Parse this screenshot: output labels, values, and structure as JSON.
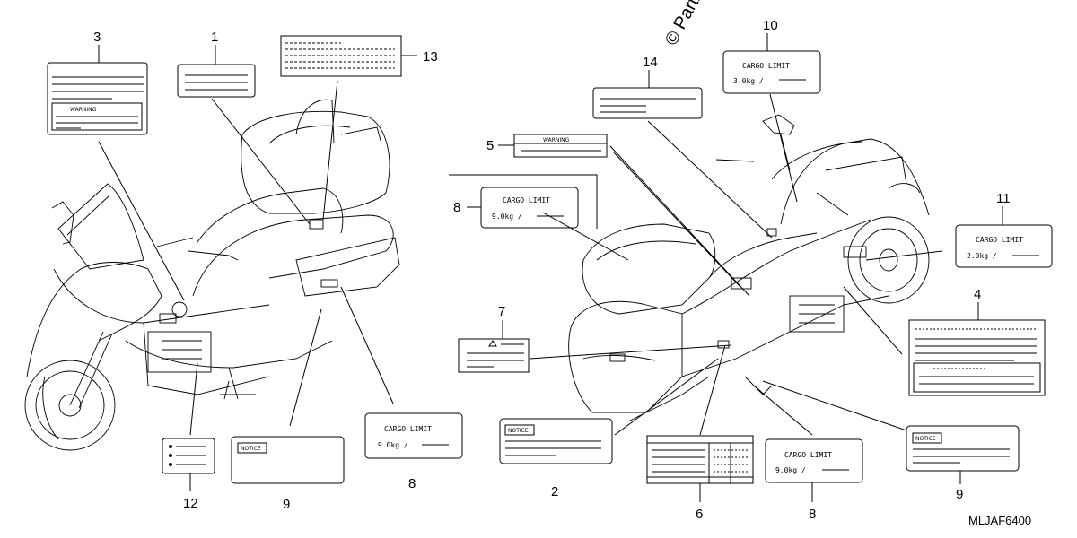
{
  "diagram_code": "MLJAF6400",
  "watermark": "© Partz",
  "callouts": [
    "1",
    "2",
    "3",
    "4",
    "5",
    "6",
    "7",
    "8",
    "9",
    "10",
    "11",
    "12",
    "13",
    "14"
  ],
  "labels": {
    "cargo_limit": "CARGO LIMIT",
    "cargo_3": "3.0kg /",
    "cargo_2": "2.0kg /",
    "cargo_9": "9.0kg /",
    "warning": "WARNING",
    "notice": "NOTICE"
  }
}
